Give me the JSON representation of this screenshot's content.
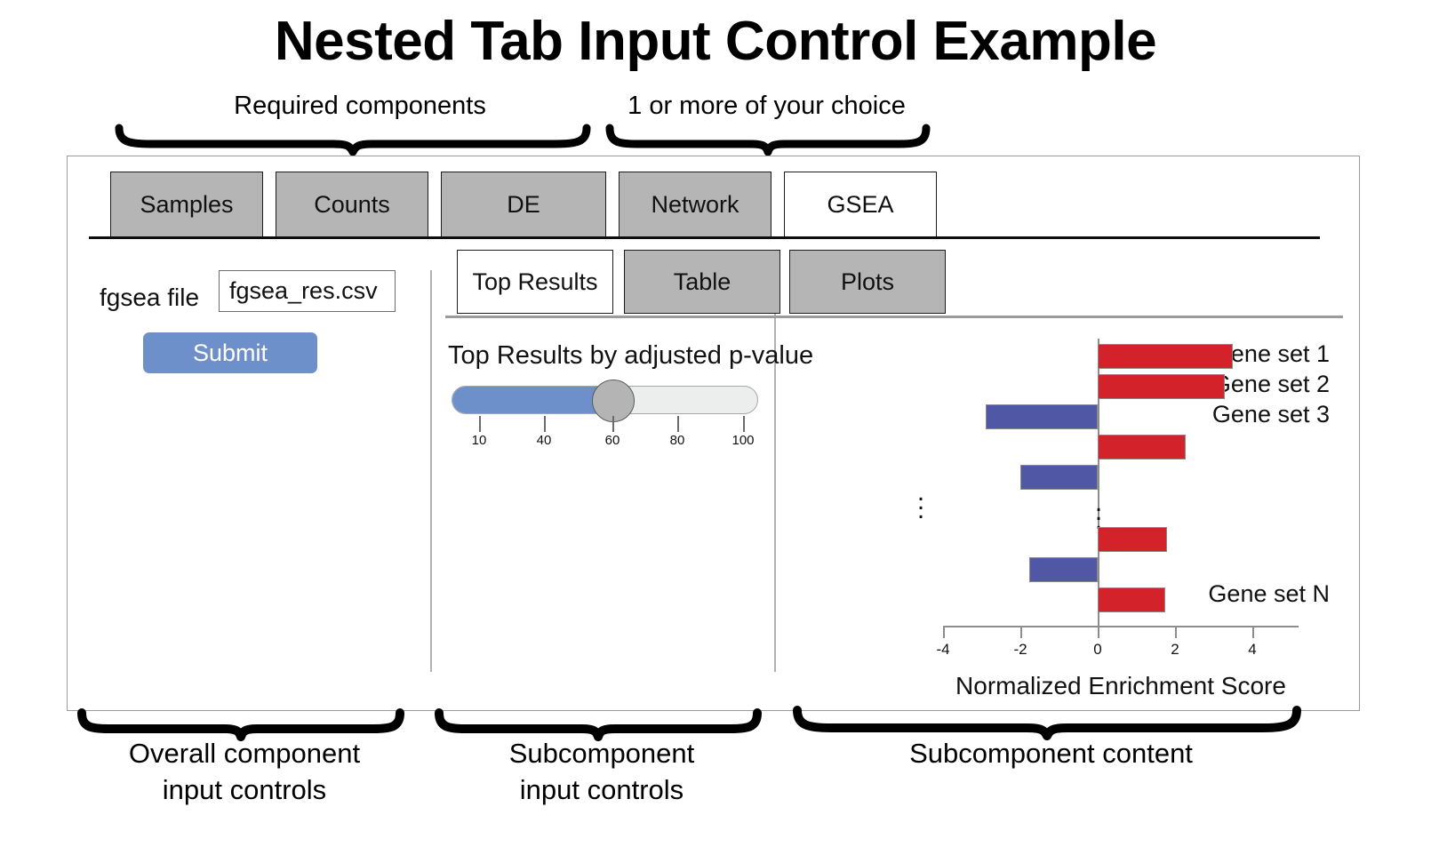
{
  "title": "Nested Tab Input Control Example",
  "annotations": {
    "top": [
      {
        "text": "Required components"
      },
      {
        "text": "1 or more of your choice"
      }
    ],
    "bottom": [
      {
        "text": "Overall component\ninput controls"
      },
      {
        "text": "Subcomponent\ninput controls"
      },
      {
        "text": "Subcomponent content"
      }
    ]
  },
  "tabs": {
    "items": [
      {
        "label": "Samples",
        "active": false
      },
      {
        "label": "Counts",
        "active": false
      },
      {
        "label": "DE",
        "active": false
      },
      {
        "label": "Network",
        "active": false
      },
      {
        "label": "GSEA",
        "active": true
      }
    ]
  },
  "subtabs": {
    "items": [
      {
        "label": "Top Results",
        "active": true
      },
      {
        "label": "Table",
        "active": false
      },
      {
        "label": "Plots",
        "active": false
      }
    ]
  },
  "left_panel": {
    "file_label": "fgsea file",
    "file_value": "fgsea_res.csv",
    "file_placeholder": "fgsea_res.csv",
    "submit_label": "Submit"
  },
  "slider": {
    "title": "Top Results by adjusted p-value",
    "value": 60,
    "min": 0,
    "max": 110,
    "ticks": [
      10,
      40,
      60,
      80,
      100
    ],
    "fill_color": "#6d90ca",
    "track_color": "#eceded",
    "knob_color": "#b4b4b4"
  },
  "colors": {
    "positive_bar": "#d32229",
    "negative_bar": "#5058a5",
    "tab_inactive": "#b5b5b5",
    "tab_active": "#ffffff",
    "accent": "#6d90ca"
  },
  "chart_data": {
    "type": "bar",
    "orientation": "horizontal",
    "title": "",
    "xlabel": "Normalized Enrichment Score",
    "ylabel": "",
    "xlim": [
      -4.6,
      4.6
    ],
    "xticks": [
      -4,
      -2,
      0,
      2,
      4
    ],
    "xticklabels": [
      "-4",
      "-2",
      "0",
      "2",
      "4"
    ],
    "grid": false,
    "legend": "none",
    "categories": [
      "Gene set 1",
      "Gene set 2",
      "Gene set 3",
      "",
      "",
      "⋮",
      "",
      "",
      "Gene set N"
    ],
    "values": [
      3.5,
      3.3,
      -2.9,
      2.27,
      -2.0,
      null,
      1.79,
      -1.77,
      1.75
    ],
    "ellipsis_row": 5,
    "positive_color": "#d32229",
    "negative_color": "#5058a5"
  }
}
